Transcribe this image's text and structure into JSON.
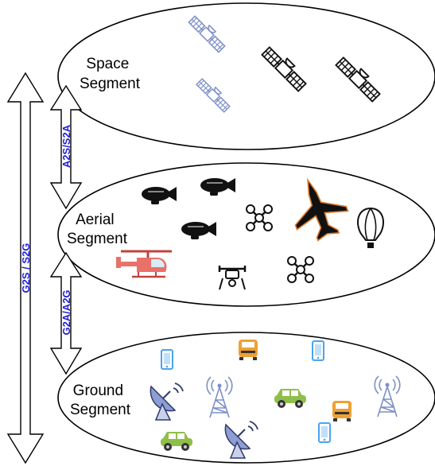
{
  "segments": {
    "space": {
      "line1": "Space",
      "line2": "Segment"
    },
    "aerial": {
      "line1": "Aerial",
      "line2": "Segment"
    },
    "ground": {
      "line1": "Ground",
      "line2": "Segment"
    }
  },
  "links": {
    "a2s": "A2S/S2A",
    "g2a": "G2A/A2G",
    "g2s": "G2S / S2G"
  },
  "colors": {
    "link_label": "#1f1fd6",
    "satellite_blue": "#7d8fc7",
    "helicopter": "#e8716a",
    "car_green": "#8fbf4a",
    "car_orange": "#f0a030",
    "phone": "#4aa3f0",
    "tower": "#7d8fc7",
    "dish": "#6b7fc4"
  },
  "icons": {
    "space": [
      "satellite-icon",
      "satellite-icon",
      "satellite-icon",
      "satellite-icon"
    ],
    "aerial": [
      "airship-icon",
      "airship-icon",
      "airship-icon",
      "drone-icon",
      "drone-icon",
      "drone-icon",
      "jet-icon",
      "balloon-icon",
      "helicopter-icon"
    ],
    "ground": [
      "phone-icon",
      "car-icon",
      "dish-icon",
      "tower-icon",
      "tower-icon",
      "truck-icon"
    ]
  }
}
